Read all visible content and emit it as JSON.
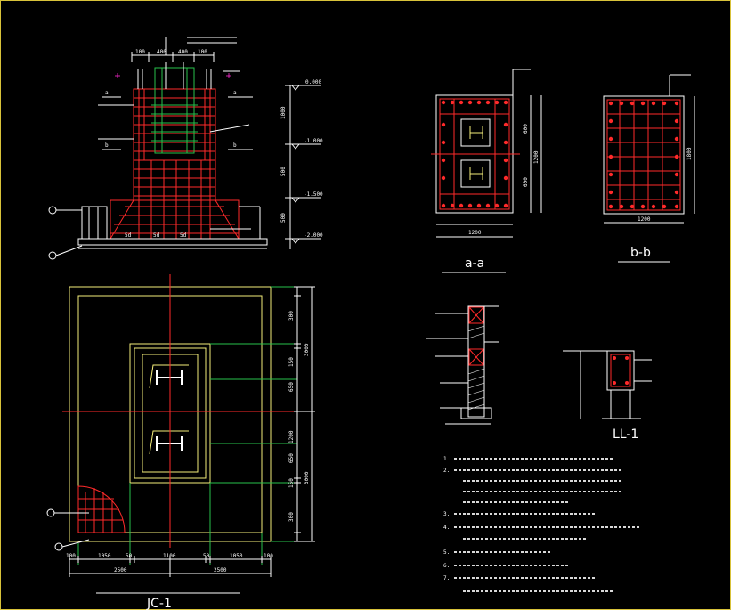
{
  "drawing": {
    "title_main": "JC-1",
    "title_section_a": "a-a",
    "title_section_b": "b-b",
    "title_beam": "LL-1"
  },
  "elevation": {
    "level_top": "0.000",
    "level_mid": "-1.000",
    "level_low": "-1.500",
    "level_bottom": "-2.000",
    "tag_a": "a",
    "tag_b": "b",
    "dims_top": [
      "100",
      "400",
      "400",
      "100"
    ],
    "dims_right": [
      "1000",
      "500",
      "500"
    ]
  },
  "plan": {
    "dims_bottom": [
      "100",
      "1050",
      "50",
      "1100",
      "50",
      "1050",
      "100"
    ],
    "dim_total_left": "2500",
    "dim_total_right": "2500",
    "dims_right": [
      "300",
      "150",
      "650",
      "1200",
      "650",
      "150",
      "300"
    ],
    "dim_total_right_a": "3000",
    "dim_total_right_b": "3000"
  },
  "section_a": {
    "dims_bottom": [
      "1200"
    ],
    "dims_right": [
      "600",
      "1200",
      "600"
    ]
  },
  "section_b": {
    "dims_bottom": [
      "1200"
    ],
    "dims_right": [
      "1800"
    ]
  },
  "notes": {
    "items": [
      "1.",
      "2.",
      "3.",
      "4.",
      "5.",
      "6.",
      "7."
    ]
  }
}
